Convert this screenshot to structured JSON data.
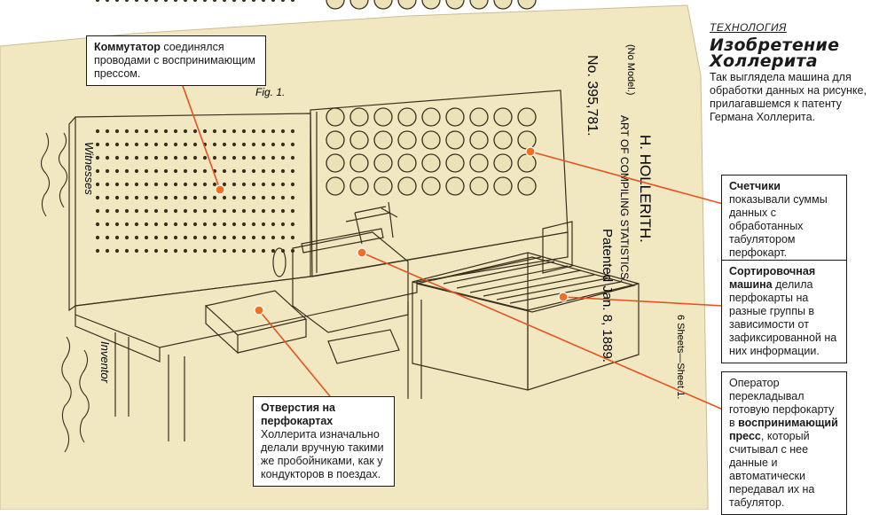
{
  "header": {
    "section": "ТЕХНОЛОГИЯ",
    "title": "Изобретение Холлерита",
    "description": "Так выглядела машина для обработки данных на рисунке, прилагавшемся к патенту Германа Холлерита."
  },
  "callouts": {
    "commutator": {
      "bold": "Коммутатор",
      "text": " соединялся проводами с воспринимающим прессом."
    },
    "counters": {
      "bold": "Счетчики",
      "text": " показывали суммы данных с обработанных табулятором перфокарт."
    },
    "sorter": {
      "bold": "Сортировочная машина",
      "text": " делила перфокарты на разные группы в зависимости от зафиксированной на них информации."
    },
    "press": {
      "pre": "Оператор перекладывал готовую перфокарту в ",
      "bold": "воспринимающий пресс",
      "post": ", который считывал с нее данные и автоматически передавал их на табулятор."
    },
    "holes": {
      "bold": "Отверстия на перфокартах",
      "text": " Холлерита изначально делали вручную такими же пробойниками, как у кондукторов в поездах."
    }
  },
  "patent": {
    "no_model": "(No Model.)",
    "number": "No. 395,781.",
    "inventor": "H. HOLLERITH.",
    "subject": "ART OF COMPILING STATISTICS.",
    "patented": "Patented Jan. 8, 1889.",
    "sheets": "6 Sheets—Sheet 1.",
    "fig": "Fig. 1.",
    "witnesses": "Witnesses",
    "inventor_label": "Inventor"
  },
  "colors": {
    "paper": "#f1e8c2",
    "ink": "#3a2e1c",
    "leader": "#e5531f",
    "dot": "#f36f1f"
  }
}
